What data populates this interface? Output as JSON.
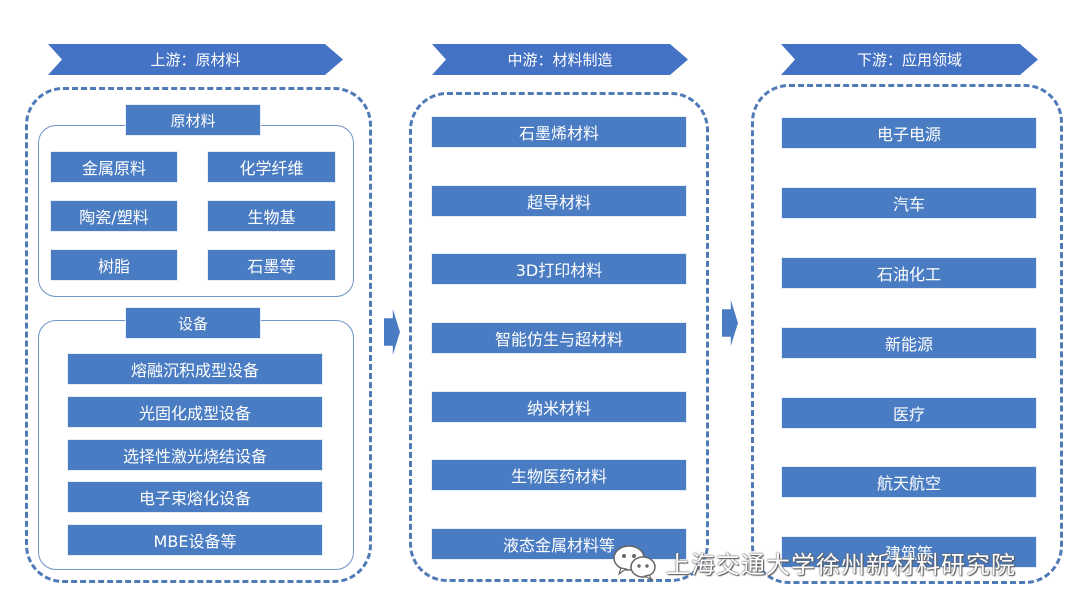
{
  "upstream": {
    "header": "上游：原材料",
    "materials": {
      "title": "原材料",
      "items": [
        "金属原料",
        "化学纤维",
        "陶瓷/塑料",
        "生物基",
        "树脂",
        "石墨等"
      ]
    },
    "equipment": {
      "title": "设备",
      "items": [
        "熔融沉积成型设备",
        "光固化成型设备",
        "选择性激光烧结设备",
        "电子束熔化设备",
        "MBE设备等"
      ]
    }
  },
  "midstream": {
    "header": "中游：材料制造",
    "items": [
      "石墨烯材料",
      "超导材料",
      "3D打印材料",
      "智能仿生与超材料",
      "纳米材料",
      "生物医药材料",
      "液态金属材料等"
    ]
  },
  "downstream": {
    "header": "下游：应用领域",
    "items": [
      "电子电源",
      "汽车",
      "石油化工",
      "新能源",
      "医疗",
      "航天航空",
      "建筑等"
    ]
  },
  "watermark": {
    "text": "上海交通大学徐州新材料研究院",
    "icon": "wechat-icon"
  },
  "colors": {
    "box": "#4a7cc3",
    "border": "#4f7ab8"
  }
}
